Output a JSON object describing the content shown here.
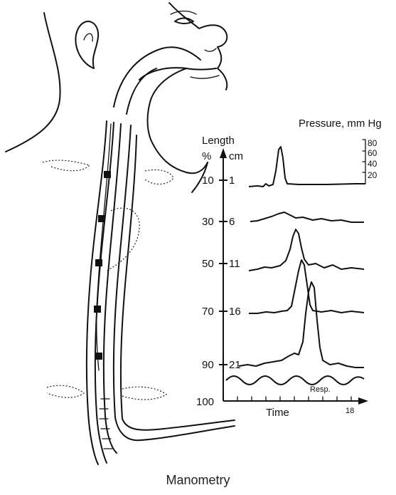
{
  "diagram": {
    "axis": {
      "length_title": "Length",
      "percent_unit": "%",
      "cm_unit": "cm",
      "pressure_title": "Pressure, mm Hg",
      "pressure_scale": [
        "80",
        "60",
        "40",
        "20"
      ],
      "rows": [
        {
          "percent": "10",
          "cm": "1"
        },
        {
          "percent": "30",
          "cm": "6"
        },
        {
          "percent": "50",
          "cm": "11"
        },
        {
          "percent": "70",
          "cm": "16"
        },
        {
          "percent": "90",
          "cm": "21"
        }
      ],
      "bottom_percent": "100",
      "time_label": "Time",
      "time_mark": "18",
      "resp_label": "Resp."
    },
    "caption": "Manometry"
  }
}
